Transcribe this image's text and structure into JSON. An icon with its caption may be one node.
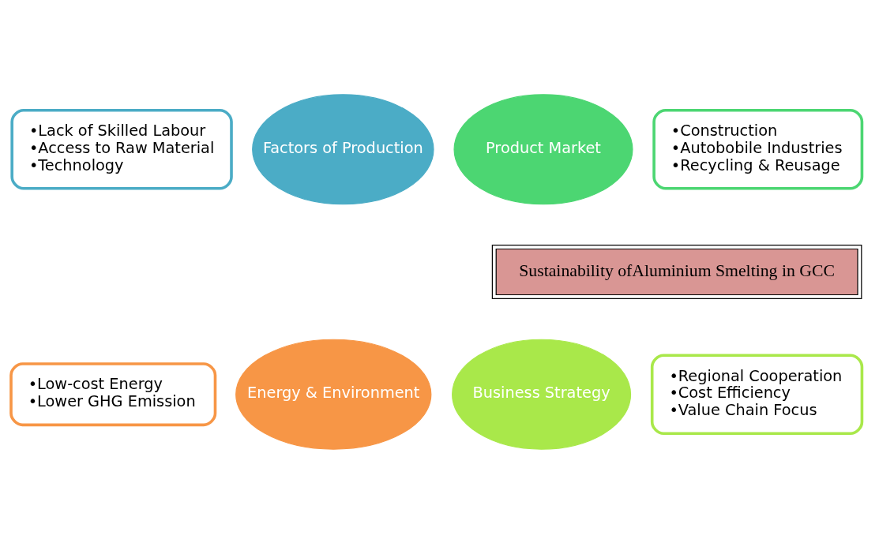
{
  "diagram": {
    "nodes": [
      {
        "text": [
          "•Lack of Skilled Labour",
          "•Access to Raw Material",
          "•Technology"
        ]
      },
      {
        "text": [
          "Factors of Production"
        ]
      },
      {
        "text": [
          "Product Market"
        ]
      },
      {
        "text": [
          "•Construction",
          "•Autobobile Industries",
          "•Recycling & Reusage"
        ]
      },
      {
        "text": [
          "Sustainability ofAluminium Smelting in GCC"
        ]
      },
      {
        "text": [
          "•Low-cost Energy",
          "•Lower GHG Emission"
        ]
      },
      {
        "text": [
          "Energy & Environment"
        ]
      },
      {
        "text": [
          "Business Strategy"
        ]
      },
      {
        "text": [
          "•Regional Cooperation",
          "•Cost Efficiency",
          "•Value Chain Focus"
        ]
      }
    ]
  }
}
